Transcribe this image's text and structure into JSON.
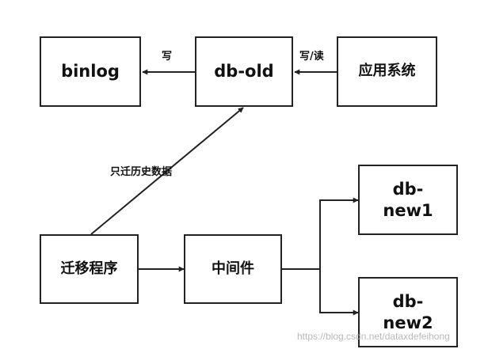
{
  "nodes": {
    "binlog": "binlog",
    "db_old": "db-old",
    "app": "应用系统",
    "migrate": "迁移程序",
    "middleware": "中间件",
    "db_new1_line1": "db-",
    "db_new1_line2": "new1",
    "db_new2_line1": "db-",
    "db_new2_line2": "new2"
  },
  "edges": {
    "db_old_to_binlog": "写",
    "app_to_db_old": "写/读",
    "migrate_to_db_old": "只迁历史数据"
  },
  "watermark": "https://blog.csdn.net/dataxdefeihong"
}
